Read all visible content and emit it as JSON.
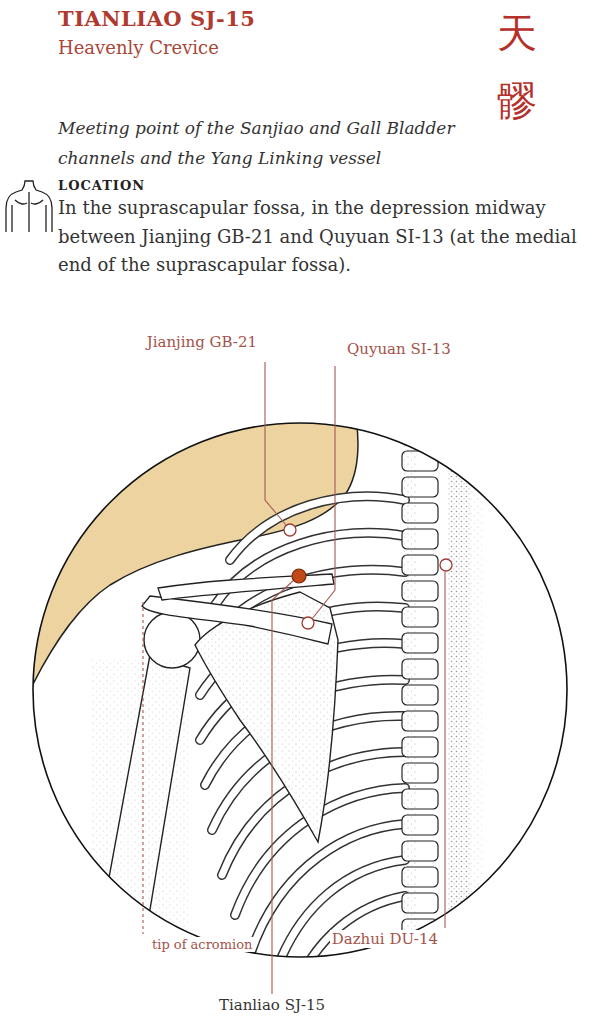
{
  "diagram": {
    "title": "TIANLIAO SJ-15",
    "labels": [
      "Heavenly Crevice",
      "天",
      "髎",
      "Meeting point of the Sanjiao and Gall Bladder channels and the Yang Linking vessel",
      "LOCATION",
      "In the suprascapular fossa, in the depression midway between Jianjing GB-21 and Quyuan SI-13 (at the medial end of the suprascapular fossa).",
      "Jianjing GB-21",
      "Quyuan SI-13",
      "tip of acromion",
      "Dazhui DU-14",
      "Tianliao SJ-15"
    ]
  }
}
